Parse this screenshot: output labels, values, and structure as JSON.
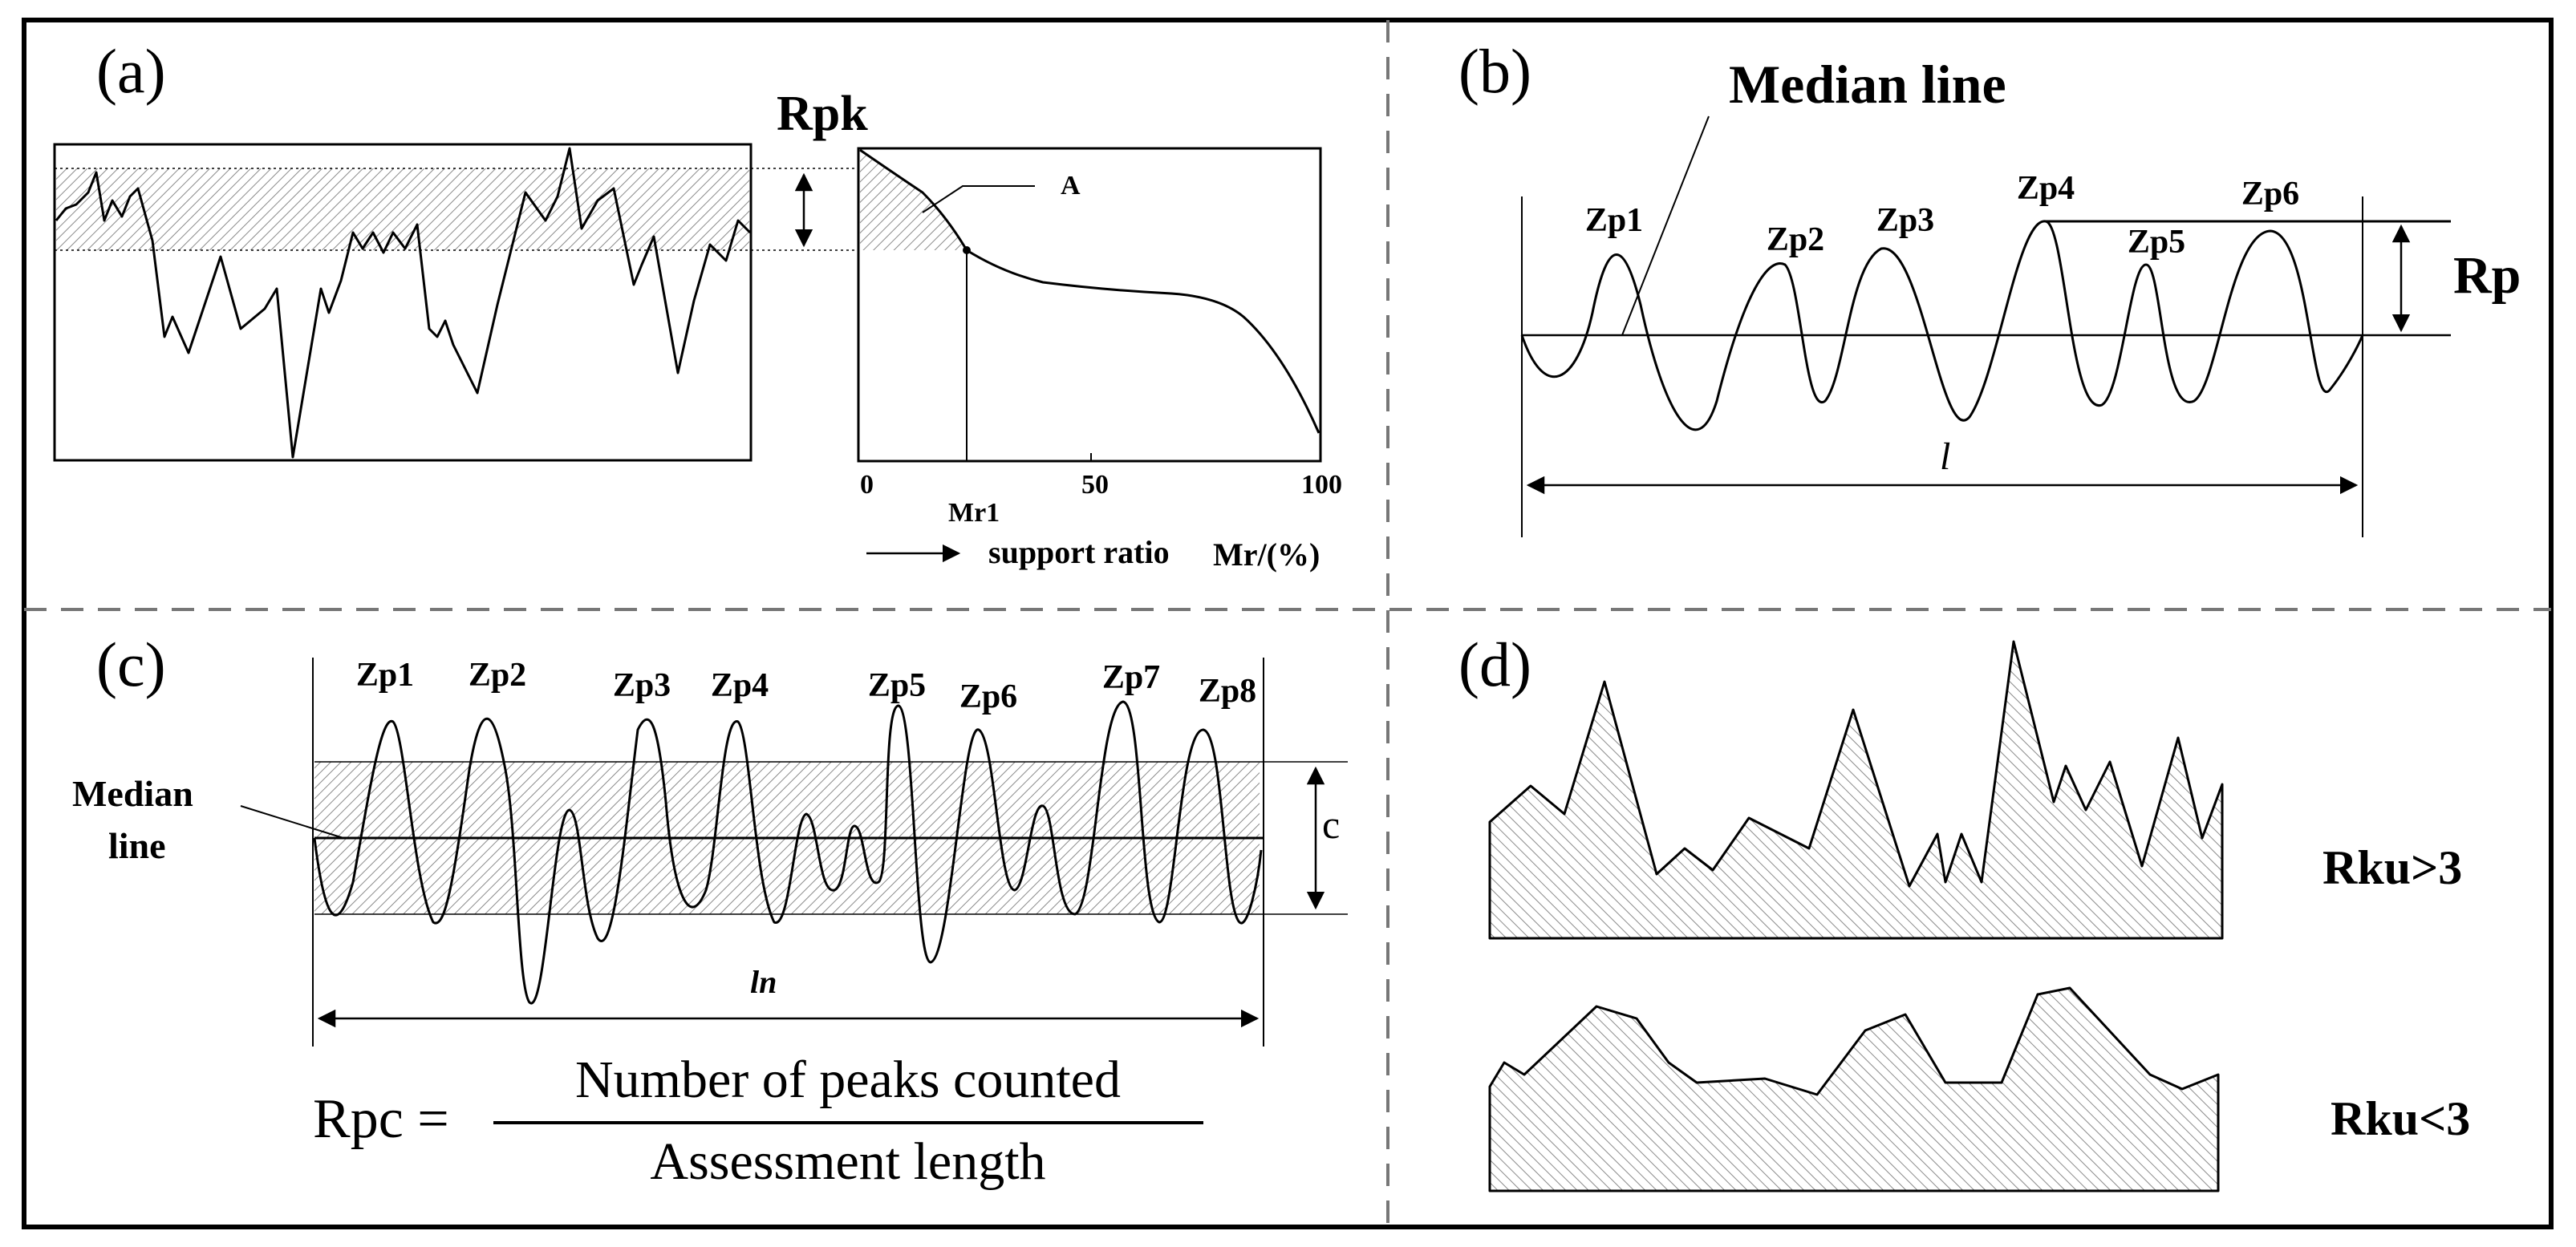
{
  "panel_a": {
    "tag": "(a)",
    "rpk_label": "Rpk",
    "point_label": "A",
    "tick_0": "0",
    "tick_50": "50",
    "tick_100": "100",
    "mr1_label": "Mr1",
    "axis_label": "support ratio",
    "unit_label": "Mr/(%)"
  },
  "panel_b": {
    "tag": "(b)",
    "median_label": "Median line",
    "rp_label": "Rp",
    "length_label": "l",
    "peaks": [
      "Zp1",
      "Zp2",
      "Zp3",
      "Zp4",
      "Zp5",
      "Zp6"
    ]
  },
  "panel_c": {
    "tag": "(c)",
    "median_label_1": "Median",
    "median_label_2": "line",
    "c_label": "c",
    "length_label": "ln",
    "peaks": [
      "Zp1",
      "Zp2",
      "Zp3",
      "Zp4",
      "Zp5",
      "Zp6",
      "Zp7",
      "Zp8"
    ],
    "formula_lhs": "Rpc =",
    "formula_numerator": "Number of peaks counted",
    "formula_denominator": "Assessment length"
  },
  "panel_d": {
    "tag": "(d)",
    "top_label": "Rku>3",
    "bottom_label": "Rku<3"
  }
}
